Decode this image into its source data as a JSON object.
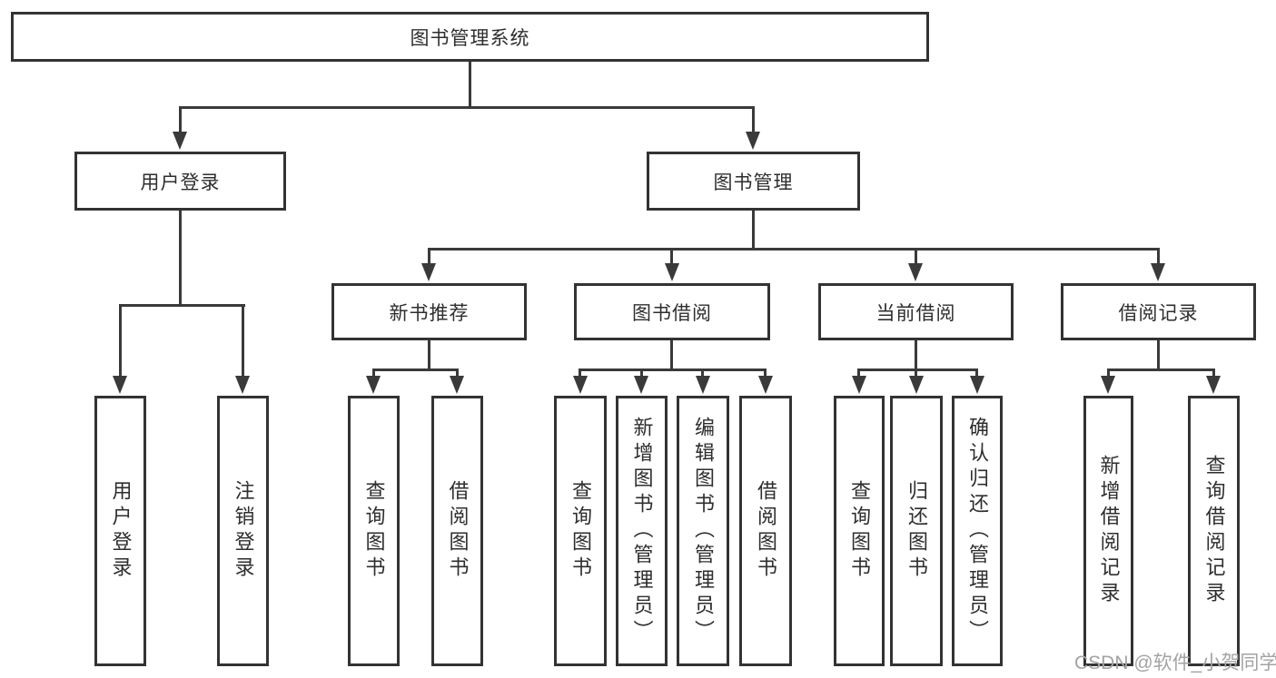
{
  "diagram": {
    "root": {
      "label": "图书管理系统"
    },
    "branches": [
      {
        "label": "用户登录",
        "children": [
          {
            "label": "用户登录"
          },
          {
            "label": "注销登录"
          }
        ]
      },
      {
        "label": "图书管理",
        "children": [
          {
            "label": "新书推荐",
            "children": [
              {
                "label": "查询图书"
              },
              {
                "label": "借阅图书"
              }
            ]
          },
          {
            "label": "图书借阅",
            "children": [
              {
                "label": "查询图书"
              },
              {
                "label": "新增图书（管理员）"
              },
              {
                "label": "编辑图书（管理员）"
              },
              {
                "label": "借阅图书"
              }
            ]
          },
          {
            "label": "当前借阅",
            "children": [
              {
                "label": "查询图书"
              },
              {
                "label": "归还图书"
              },
              {
                "label": "确认归还（管理员）"
              }
            ]
          },
          {
            "label": "借阅记录",
            "children": [
              {
                "label": "新增借阅记录"
              },
              {
                "label": "查询借阅记录"
              }
            ]
          }
        ]
      }
    ]
  },
  "watermark": {
    "text": "CSDN @软件_小贺同学"
  },
  "colors": {
    "line": "#3a3a3a",
    "box_border": "#333333",
    "text": "#2e2e2e",
    "watermark": "#a3a3a3",
    "background": "#ffffff"
  }
}
